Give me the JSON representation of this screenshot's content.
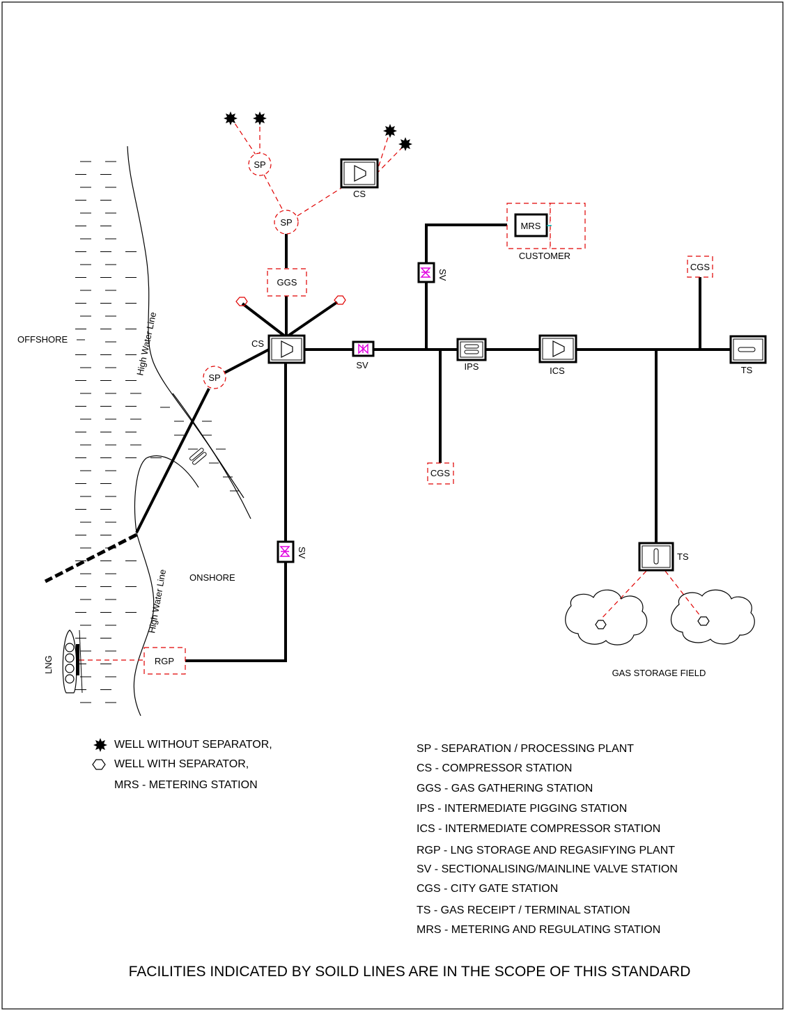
{
  "labels": {
    "offshore": "OFFSHORE",
    "onshore": "ONSHORE",
    "high_water_line_top": "High Water Line",
    "high_water_line_bottom": "High Water Line",
    "customer": "CUSTOMER",
    "gas_storage_field": "GAS STORAGE FIELD",
    "lng": "LNG"
  },
  "stations": {
    "sp_top": "SP",
    "sp_mid": "SP",
    "sp_left": "SP",
    "cs_top": "CS",
    "cs_main": "CS",
    "ggs": "GGS",
    "mrs": "MRS",
    "sv_top": "SV",
    "sv_main": "SV",
    "sv_bottom": "SV",
    "ips": "IPS",
    "ics": "ICS",
    "cgs_top": "CGS",
    "cgs_bottom": "CGS",
    "ts_right": "TS",
    "ts_bottom": "TS",
    "rgp": "RGP"
  },
  "legend_symbols": [
    "WELL WITHOUT SEPARATOR,",
    "WELL WITH SEPARATOR,",
    "MRS - METERING STATION"
  ],
  "legend_abbreviations": [
    "SP - SEPARATION / PROCESSING PLANT",
    "CS - COMPRESSOR STATION",
    "GGS - GAS GATHERING STATION",
    "IPS - INTERMEDIATE PIGGING STATION",
    "ICS - INTERMEDIATE COMPRESSOR STATION",
    "RGP - LNG STORAGE AND REGASIFYING PLANT",
    "SV - SECTIONALISING/MAINLINE VALVE STATION",
    "CGS - CITY GATE STATION",
    "TS - GAS RECEIPT / TERMINAL STATION",
    "MRS - METERING AND REGULATING STATION"
  ],
  "footer": "FACILITIES INDICATED BY SOILD LINES ARE IN THE SCOPE OF THIS STANDARD",
  "colors": {
    "dashed_outline": "#e00000",
    "valve": "#e000e0",
    "pipeline": "#000000",
    "connector": "#00c0c0"
  }
}
